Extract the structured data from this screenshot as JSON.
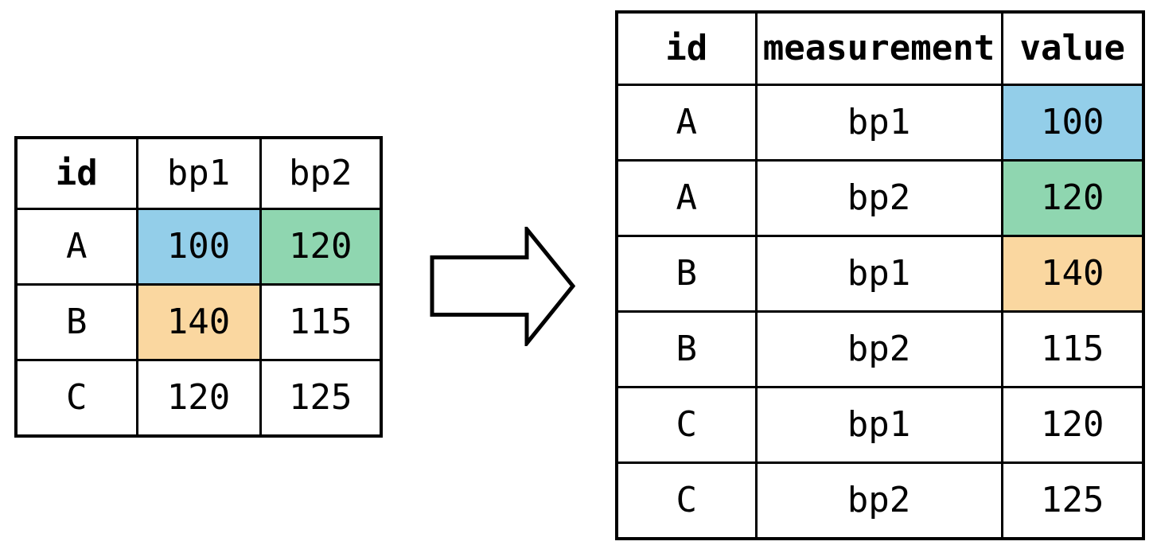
{
  "colors": {
    "cell_blue": "#93CEE9",
    "cell_green": "#8FD6B0",
    "cell_orange": "#FAD7A0",
    "border": "#000000",
    "background": "#FFFFFF"
  },
  "wide_table": {
    "headers": [
      "id",
      "bp1",
      "bp2"
    ],
    "rows": [
      [
        "A",
        "100",
        "120"
      ],
      [
        "B",
        "140",
        "115"
      ],
      [
        "C",
        "120",
        "125"
      ]
    ],
    "highlights": [
      {
        "row": 0,
        "col": 1,
        "color": "#93CEE9"
      },
      {
        "row": 0,
        "col": 2,
        "color": "#8FD6B0"
      },
      {
        "row": 1,
        "col": 1,
        "color": "#FAD7A0"
      }
    ]
  },
  "arrow": {
    "icon": "right-block-arrow"
  },
  "long_table": {
    "headers": [
      "id",
      "measurement",
      "value"
    ],
    "rows": [
      [
        "A",
        "bp1",
        "100"
      ],
      [
        "A",
        "bp2",
        "120"
      ],
      [
        "B",
        "bp1",
        "140"
      ],
      [
        "B",
        "bp2",
        "115"
      ],
      [
        "C",
        "bp1",
        "120"
      ],
      [
        "C",
        "bp2",
        "125"
      ]
    ],
    "highlights": [
      {
        "row": 0,
        "col": 2,
        "color": "#93CEE9"
      },
      {
        "row": 1,
        "col": 2,
        "color": "#8FD6B0"
      },
      {
        "row": 2,
        "col": 2,
        "color": "#FAD7A0"
      }
    ]
  }
}
